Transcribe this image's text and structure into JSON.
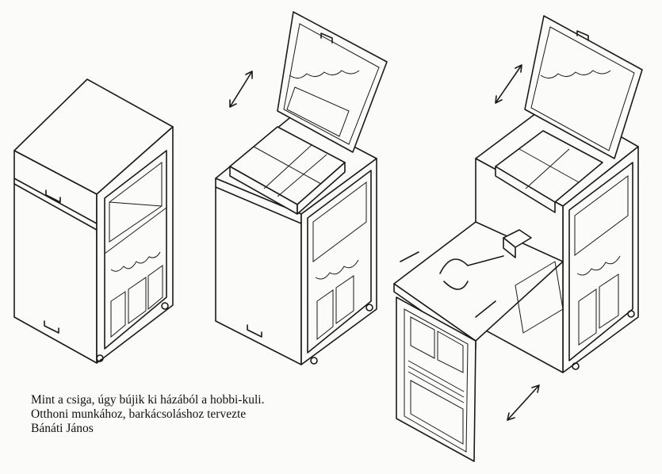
{
  "illustration": {
    "panels": [
      "closed-cabinet",
      "cabinet-lid-open",
      "cabinet-fully-opened-with-table"
    ]
  },
  "caption": {
    "line1": "Mint a csiga, úgy bújik ki házából a hobbi-kuli.",
    "line2": "Otthoni munkához, barkácsoláshoz tervezte",
    "line3": "Bánáti János"
  }
}
